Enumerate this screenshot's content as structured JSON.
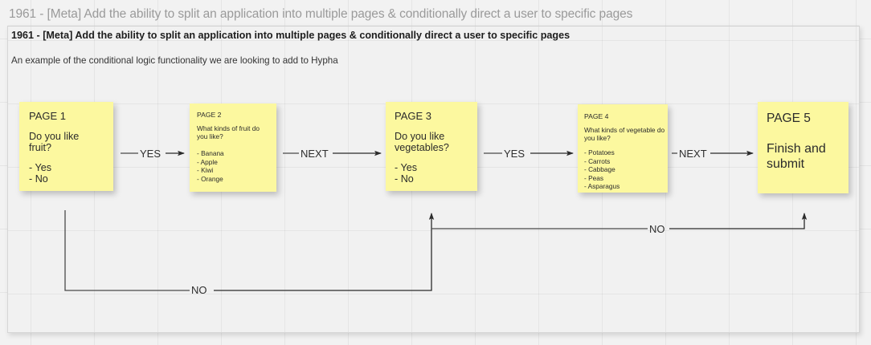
{
  "page": {
    "window_title": "1961 - [Meta] Add the ability to split an application into multiple pages & conditionally direct a user to specific pages",
    "card_heading": "1961 - [Meta] Add the ability to split an application into multiple pages & conditionally direct a user to specific pages",
    "card_subheading": "An example of the conditional logic functionality we are looking to add to Hypha"
  },
  "colors": {
    "sticky_fill": "#fcf89f",
    "canvas_bg": "#f1f1f1",
    "page_bg": "#f2f2f2",
    "connector": "#444444",
    "text": "#2b2b2b",
    "title_muted": "#9a9a9a"
  },
  "notes": [
    {
      "id": "page1",
      "title": "PAGE 1",
      "body": "Do you like\nfruit?",
      "list": "- Yes\n- No"
    },
    {
      "id": "page2",
      "title": "PAGE 2",
      "body": "What kinds of fruit do\nyou like?",
      "list": "- Banana\n- Apple\n- Kiwi\n- Orange"
    },
    {
      "id": "page3",
      "title": "PAGE 3",
      "body": "Do you like\nvegetables?",
      "list": "- Yes\n- No"
    },
    {
      "id": "page4",
      "title": "PAGE 4",
      "body": "What kinds of vegetable do\nyou like?",
      "list": "- Potatoes\n- Carrots\n- Cabbage\n- Peas\n- Asparagus"
    },
    {
      "id": "page5",
      "title": "PAGE 5",
      "body": "Finish and\nsubmit"
    }
  ],
  "connectors": [
    {
      "id": "p1-p2",
      "label": "YES",
      "from": "page1",
      "to": "page2"
    },
    {
      "id": "p2-p3",
      "label": "NEXT",
      "from": "page2",
      "to": "page3"
    },
    {
      "id": "p3-p4",
      "label": "YES",
      "from": "page3",
      "to": "page4"
    },
    {
      "id": "p4-p5",
      "label": "NEXT",
      "from": "page4",
      "to": "page5"
    },
    {
      "id": "p1-p3-no",
      "label": "NO",
      "from": "page1",
      "to": "page3"
    },
    {
      "id": "p3-p5-no",
      "label": "NO",
      "from": "page3",
      "to": "page5"
    }
  ]
}
